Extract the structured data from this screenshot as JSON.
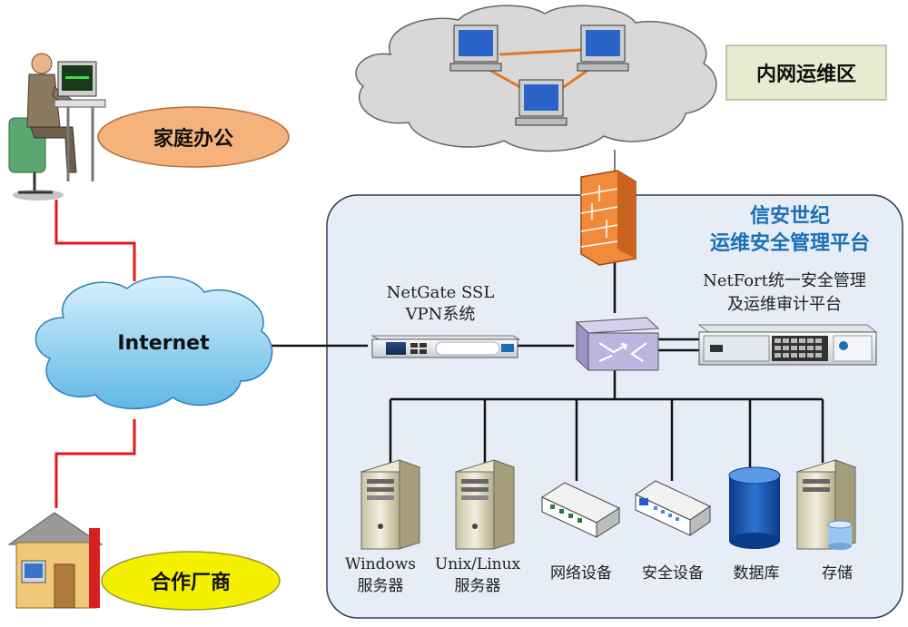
{
  "zones": {
    "intranet_label": "内网运维区",
    "platform_title_line1": "信安世纪",
    "platform_title_line2": "运维安全管理平台"
  },
  "endpoints": {
    "home_office": "家庭办公",
    "partner": "合作厂商",
    "internet": "Internet"
  },
  "devices": {
    "vpn_line1": "NetGate SSL",
    "vpn_line2": "VPN系统",
    "netfort_line1": "NetFort统一安全管理",
    "netfort_line2": "及运维审计平台"
  },
  "resources": [
    {
      "line1": "Windows",
      "line2": "服务器"
    },
    {
      "line1": "Unix/Linux",
      "line2": "服务器"
    },
    {
      "line1": "网络设备",
      "line2": ""
    },
    {
      "line1": "安全设备",
      "line2": ""
    },
    {
      "line1": "数据库",
      "line2": ""
    },
    {
      "line1": "存储",
      "line2": ""
    }
  ],
  "colors": {
    "red_link": "#e8141c",
    "platform_bg": "#e6edf7",
    "cloud_blue": "#8fd2f0",
    "cloud_gray": "#d8d8d8",
    "home_oval": "#f5b27a",
    "partner_oval": "#f4f000",
    "title_blue": "#1a6fb5"
  }
}
